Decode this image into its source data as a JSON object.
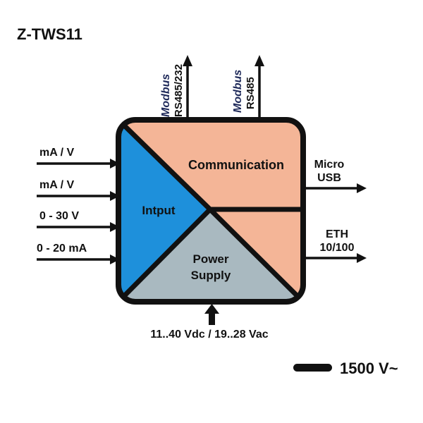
{
  "title": "Z-TWS11",
  "colors": {
    "communication": "#F4B597",
    "input": "#1E90DB",
    "power": "#A9B9C0",
    "line": "#111111",
    "modbus": "#1F2A5A"
  },
  "blocks": {
    "communication": "Communication",
    "input": "Intput",
    "power_line1": "Power",
    "power_line2": "Supply"
  },
  "inputs": [
    "mA / V",
    "mA / V",
    "0 - 30 V",
    "0 - 20 mA"
  ],
  "top_ports": [
    {
      "brand": "Modbus",
      "label": "RS485/232"
    },
    {
      "brand": "Modbus",
      "label": "RS485"
    }
  ],
  "right_ports": [
    {
      "line1": "Micro",
      "line2": "USB"
    },
    {
      "line1": "ETH",
      "line2": "10/100"
    }
  ],
  "power_supply": "11..40 Vdc / 19..28 Vac",
  "isolation": "1500 V~"
}
